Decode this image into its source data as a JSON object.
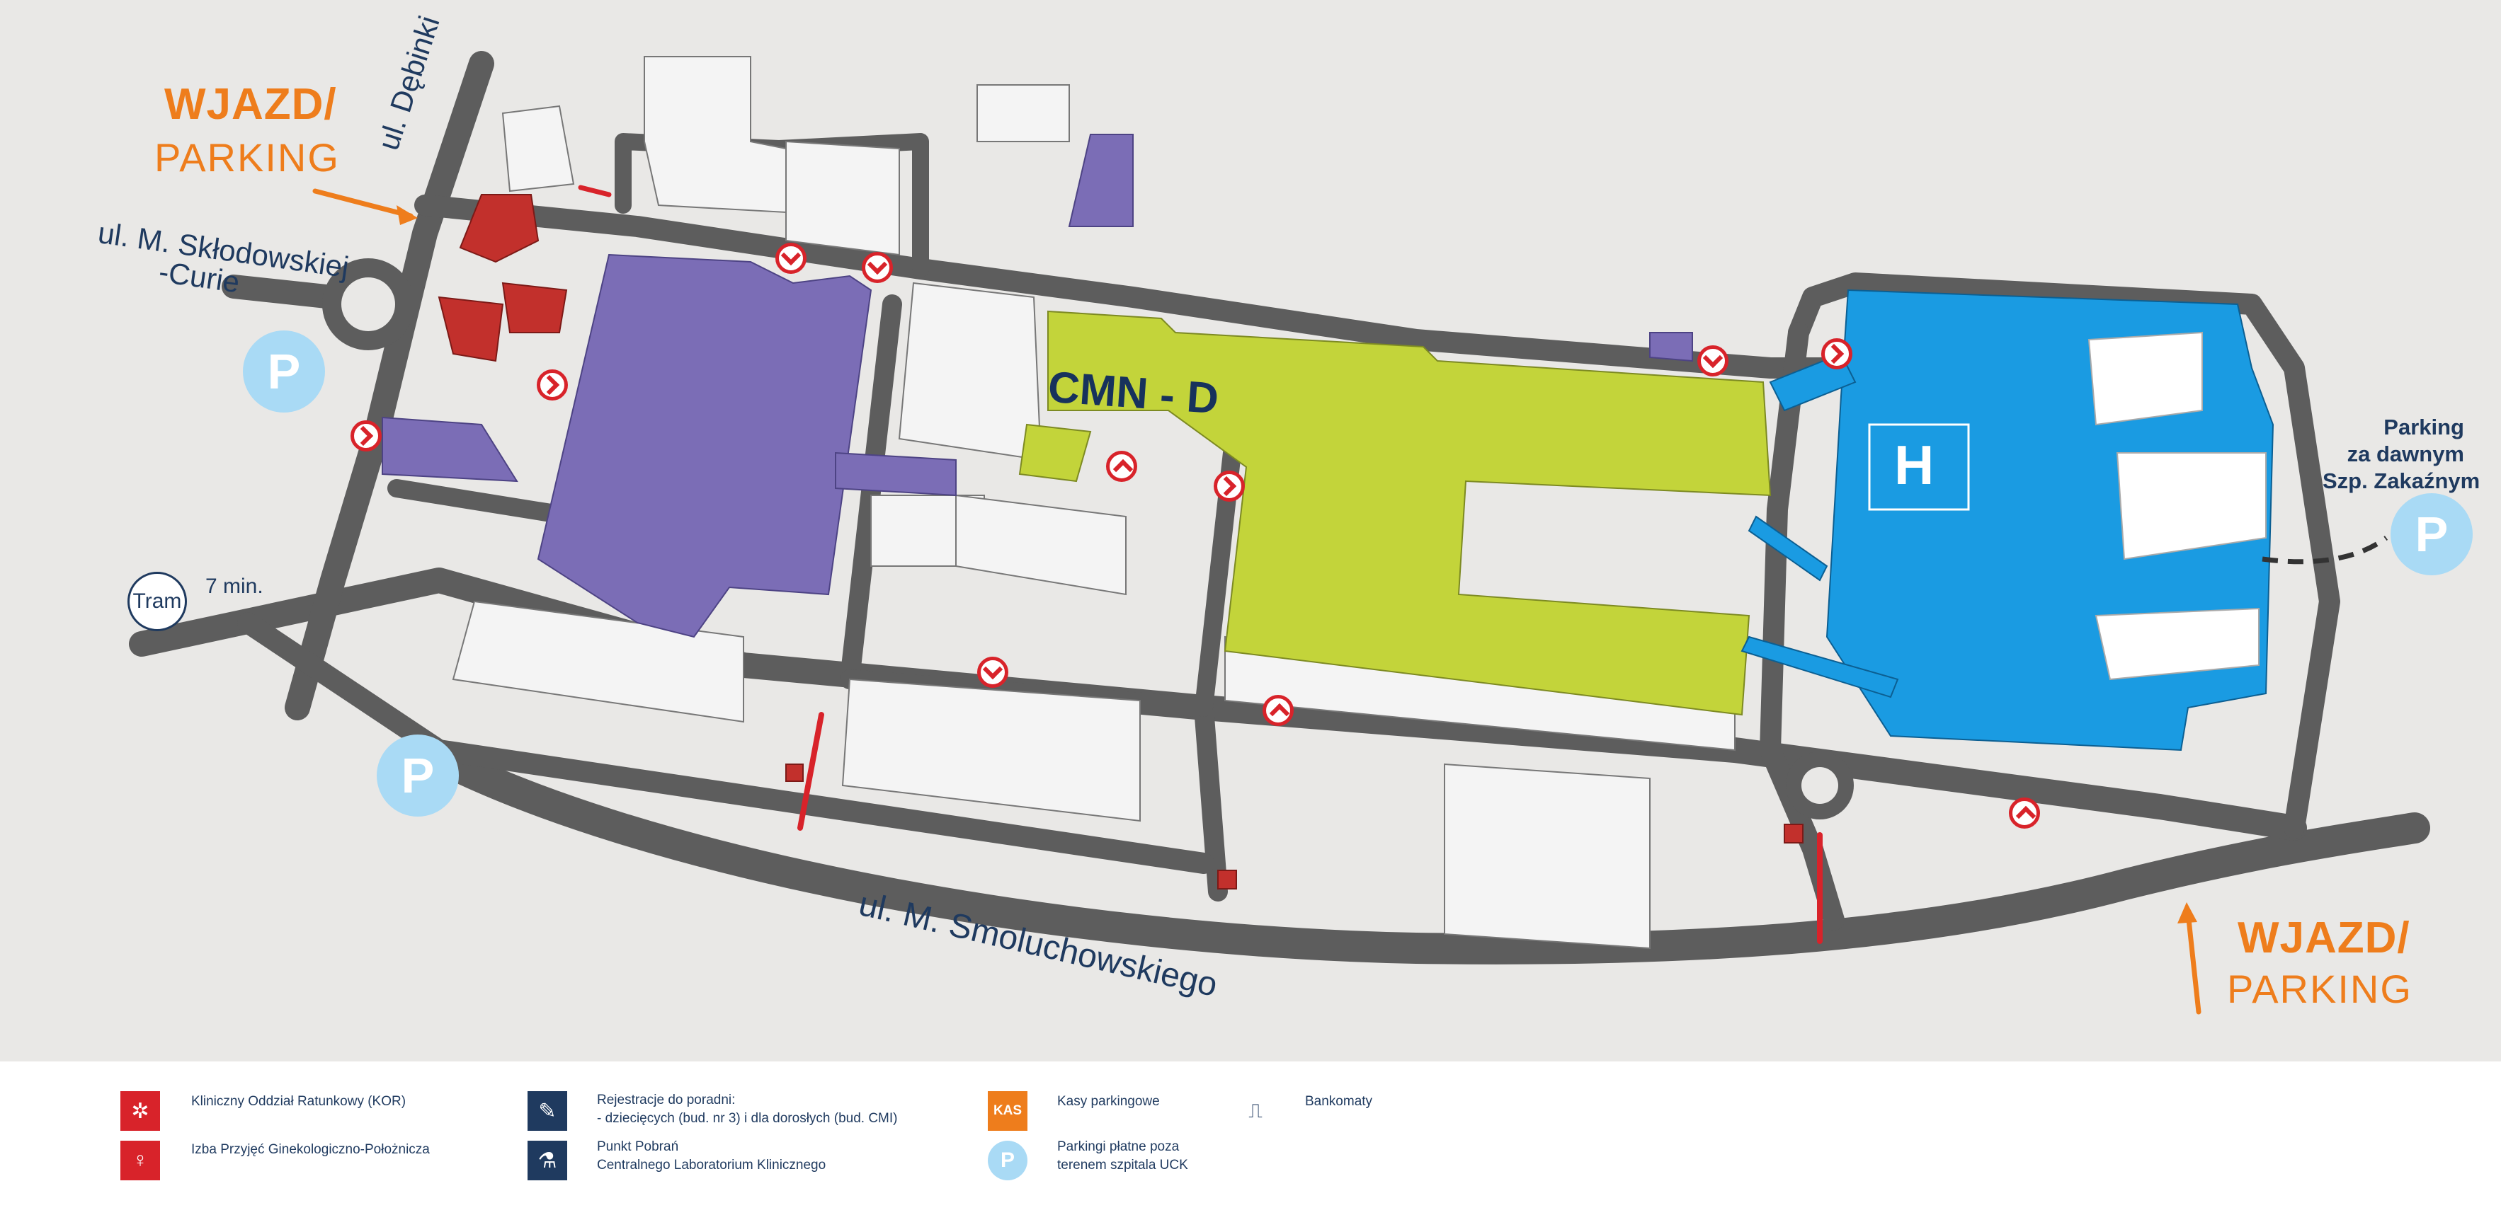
{
  "map": {
    "entry_labels": [
      {
        "title": "WJAZD/",
        "subtitle": "PARKING"
      },
      {
        "title": "WJAZD/",
        "subtitle": "PARKING"
      }
    ],
    "streets": {
      "debinki": "ul. Dębinki",
      "sklodowskiej_line1": "ul. M. Skłodowskiej",
      "sklodowskiej_line2": "-Curie",
      "smoluchowskiego": "ul. M. Smoluchowskiego"
    },
    "building_label": "CMN - D",
    "helipad_label": "H",
    "parking_symbol": "P",
    "tram": {
      "label": "Tram",
      "time": "7 min."
    },
    "distant_parking": {
      "line1": "Parking",
      "line2": "za dawnym",
      "line3": "Szp. Zakaźnym"
    },
    "colors": {
      "road": "#5d5d5d",
      "ground": "#e9e8e6",
      "building": "#f4f4f4",
      "purple_building": "#7b6db6",
      "lime_building": "#c3d43a",
      "blue_building": "#1a9be2",
      "emergency_red": "#c2302c",
      "accent_orange": "#ee7d1c",
      "parking_circle": "#a9daf5",
      "legend_blue": "#1f3a5f"
    }
  },
  "legend": {
    "items": [
      {
        "icon": "emergency-snowflake-icon",
        "label": "Kliniczny Oddział Ratunkowy (KOR)"
      },
      {
        "icon": "gynecology-person-icon",
        "label": "Izba Przyjęć Ginekologiczno-Położnicza"
      },
      {
        "icon": "pencil-icon",
        "label_line1": "Rejestracje do poradni:",
        "label_line2": "- dziecięcych (bud. nr 3) i dla dorosłych (bud. CMI)"
      },
      {
        "icon": "lab-flask-icon",
        "label_line1": "Punkt Pobrań",
        "label_line2": "Centralnego Laboratorium Klinicznego"
      },
      {
        "icon": "kas-icon",
        "icon_text": "KAS",
        "label": "Kasy parkingowe"
      },
      {
        "icon": "parking-icon",
        "icon_text": "P",
        "label_line1": "Parkingi płatne poza",
        "label_line2": "terenem szpitala UCK"
      },
      {
        "icon": "atm-icon",
        "label": "Bankomaty"
      }
    ]
  }
}
